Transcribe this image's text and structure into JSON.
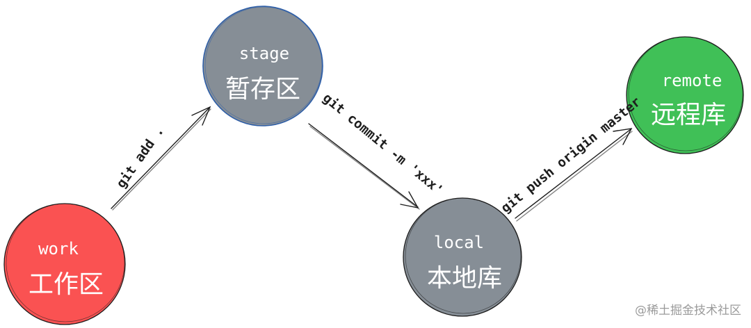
{
  "nodes": {
    "work": {
      "en": "work",
      "zh": "工作区",
      "color": "#fa5252"
    },
    "stage": {
      "en": "stage",
      "zh": "暂存区",
      "color": "#868e96"
    },
    "local": {
      "en": "local",
      "zh": "本地库",
      "color": "#868e96"
    },
    "remote": {
      "en": "remote",
      "zh": "远程库",
      "color": "#40c057"
    }
  },
  "edges": {
    "add": {
      "label": "git add ."
    },
    "commit": {
      "label": "git commit -m 'xxx'"
    },
    "push": {
      "label": "git push origin master"
    }
  },
  "watermark": {
    "text": "@稀土掘金技术社区"
  },
  "colors": {
    "stroke": "#1e1e1e",
    "stage_outline": "#2f5fa8"
  }
}
